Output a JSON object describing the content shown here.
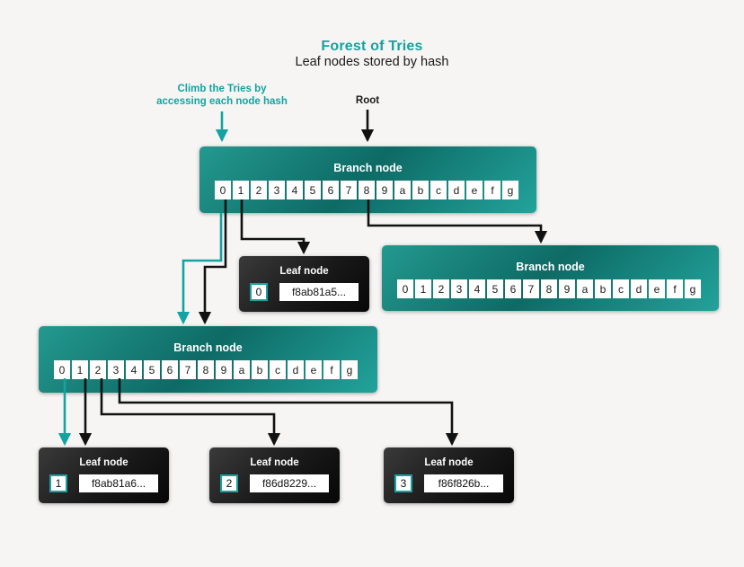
{
  "title": "Forest of Tries",
  "subtitle": "Leaf nodes stored by hash",
  "annotations": {
    "climb_line1": "Climb the Tries by",
    "climb_line2": "accessing each node hash",
    "root": "Root"
  },
  "colors": {
    "teal_accent": "#14a3a0",
    "arrow_black": "#111111",
    "branch_gradient_light": "#22a39b",
    "branch_gradient_dark": "#0e6a65",
    "leaf_gradient_light": "#3a3a3a",
    "leaf_gradient_dark": "#070707",
    "background": "#f6f5f4"
  },
  "branch_nodes": [
    {
      "id": "root-branch",
      "label": "Branch node",
      "cells": [
        "0",
        "1",
        "2",
        "3",
        "4",
        "5",
        "6",
        "7",
        "8",
        "9",
        "a",
        "b",
        "c",
        "d",
        "e",
        "f",
        "g"
      ]
    },
    {
      "id": "right-branch",
      "label": "Branch node",
      "cells": [
        "0",
        "1",
        "2",
        "3",
        "4",
        "5",
        "6",
        "7",
        "8",
        "9",
        "a",
        "b",
        "c",
        "d",
        "e",
        "f",
        "g"
      ]
    },
    {
      "id": "left-branch",
      "label": "Branch node",
      "cells": [
        "0",
        "1",
        "2",
        "3",
        "4",
        "5",
        "6",
        "7",
        "8",
        "9",
        "a",
        "b",
        "c",
        "d",
        "e",
        "f",
        "g"
      ]
    }
  ],
  "leaf_nodes": [
    {
      "label": "Leaf node",
      "index": "0",
      "hash": "f8ab81a5..."
    },
    {
      "label": "Leaf node",
      "index": "1",
      "hash": "f8ab81a6..."
    },
    {
      "label": "Leaf node",
      "index": "2",
      "hash": "f86d8229..."
    },
    {
      "label": "Leaf node",
      "index": "3",
      "hash": "f86f826b..."
    }
  ]
}
